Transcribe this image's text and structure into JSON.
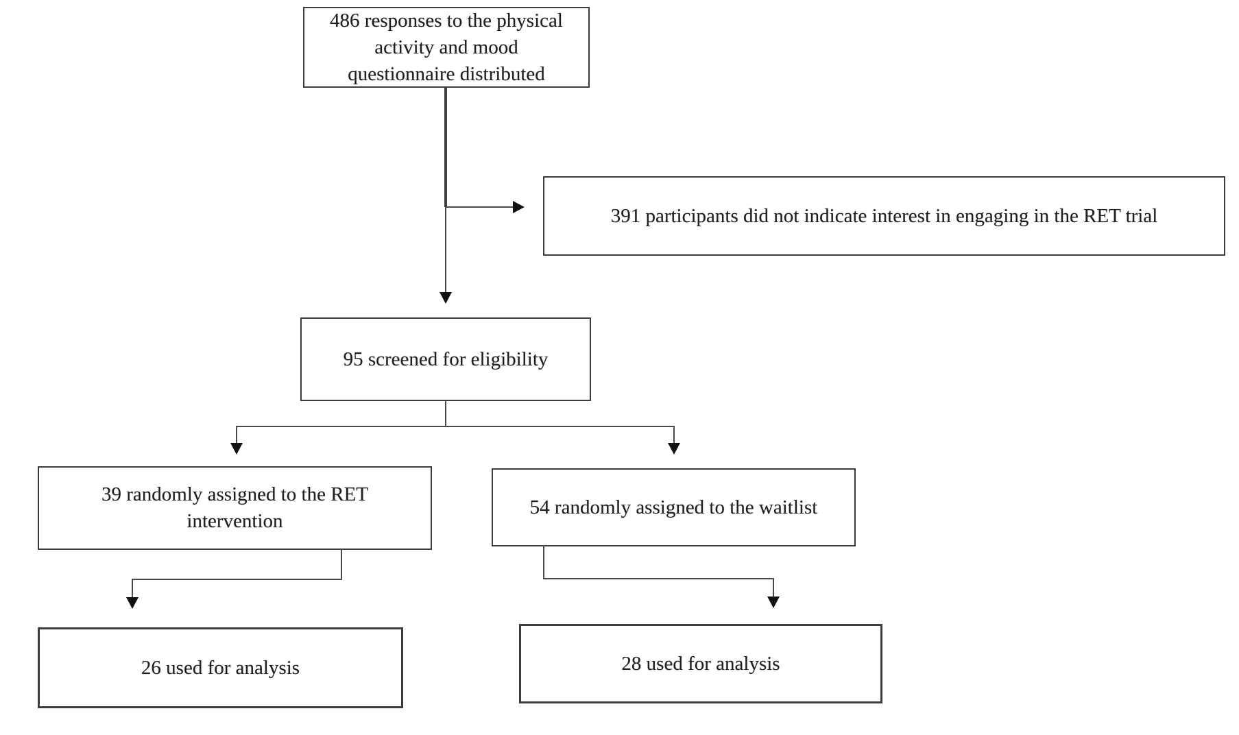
{
  "diagram": {
    "type": "flowchart",
    "description": "Participant flow diagram for RET trial",
    "colors": {
      "background": "#ffffff",
      "box_border": "#3c3c3c",
      "connector": "#4a4a4a",
      "arrowhead": "#111111",
      "text": "#1f1f1f"
    },
    "nodes": {
      "responses": {
        "count": 486,
        "text": "486 responses to the physical activity and mood questionnaire distributed",
        "lines": [
          "486 responses to the physical",
          "activity and mood",
          "questionnaire distributed"
        ]
      },
      "excluded": {
        "count": 391,
        "text": "391 participants did not indicate interest in engaging in the RET trial",
        "lines": [
          "391 participants did not indicate interest in engaging in the RET trial"
        ]
      },
      "screened": {
        "count": 95,
        "text": "95 screened for eligibility",
        "lines": [
          "95 screened for eligibility"
        ]
      },
      "ret": {
        "count": 39,
        "text": "39 randomly assigned to the RET intervention",
        "lines": [
          "39 randomly assigned to the RET",
          "intervention"
        ]
      },
      "waitlist": {
        "count": 54,
        "text": "54 randomly assigned to the waitlist",
        "lines": [
          "54 randomly assigned to the waitlist"
        ]
      },
      "ret_analysis": {
        "count": 26,
        "text": "26 used for analysis",
        "lines": [
          "26 used for analysis"
        ]
      },
      "waitlist_analysis": {
        "count": 28,
        "text": "28 used for analysis",
        "lines": [
          "28 used for analysis"
        ]
      }
    },
    "edges": [
      {
        "from": "responses",
        "to": "excluded"
      },
      {
        "from": "responses",
        "to": "screened"
      },
      {
        "from": "screened",
        "to": "ret"
      },
      {
        "from": "screened",
        "to": "waitlist"
      },
      {
        "from": "ret",
        "to": "ret_analysis"
      },
      {
        "from": "waitlist",
        "to": "waitlist_analysis"
      }
    ]
  }
}
